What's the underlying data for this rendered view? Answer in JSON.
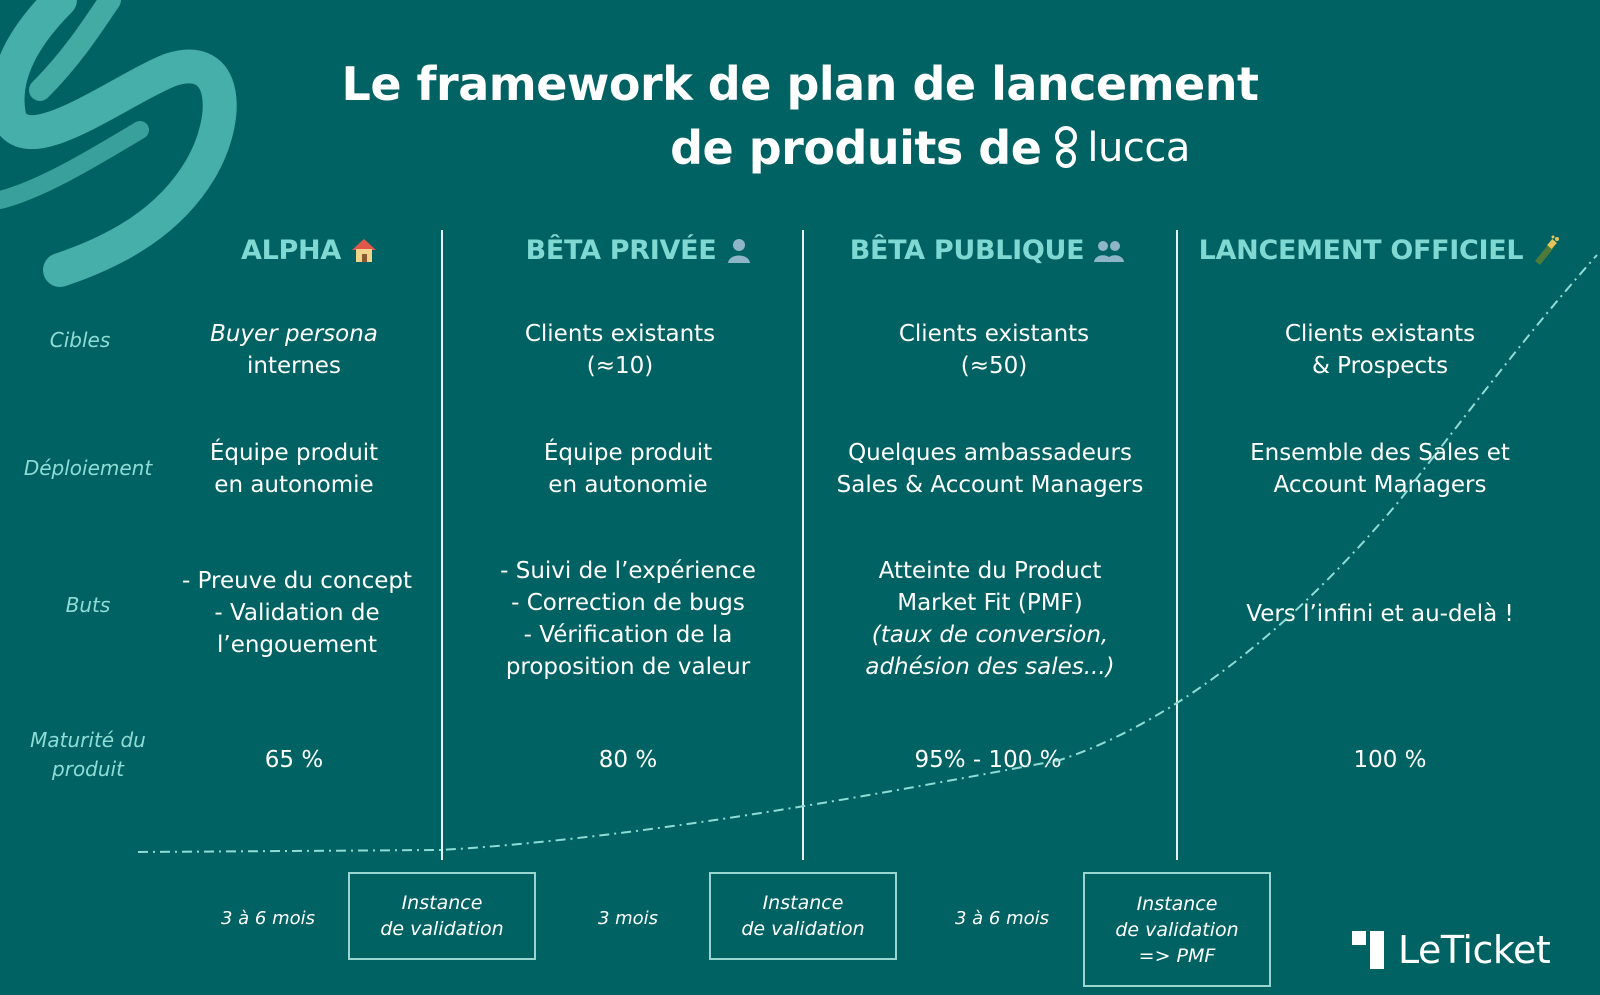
{
  "title": {
    "line1": "Le framework de plan de lancement",
    "line2": "de produits de",
    "brand": "lucca"
  },
  "columns": [
    {
      "label": "ALPHA",
      "emoji": "🏠"
    },
    {
      "label": "BÊTA PRIVÉE",
      "emoji": "👤"
    },
    {
      "label": "BÊTA PUBLIQUE",
      "emoji": "👥"
    },
    {
      "label": "LANCEMENT OFFICIEL",
      "emoji": "🍾"
    }
  ],
  "rows": [
    {
      "label_lines": [
        "Cibles"
      ]
    },
    {
      "label_lines": [
        "Déploiement"
      ]
    },
    {
      "label_lines": [
        "Buts"
      ]
    },
    {
      "label_lines": [
        "Maturité du",
        "produit"
      ]
    }
  ],
  "cells": {
    "cibles": [
      [
        "Buyer persona",
        "internes"
      ],
      [
        "Clients existants",
        "(≈10)"
      ],
      [
        "Clients existants",
        "(≈50)"
      ],
      [
        "Clients existants",
        "& Prospects"
      ]
    ],
    "deploiement": [
      [
        "Équipe produit",
        "en autonomie"
      ],
      [
        "Équipe produit",
        "en autonomie"
      ],
      [
        "Quelques ambassadeurs",
        "Sales & Account Managers"
      ],
      [
        "Ensemble des  Sales et",
        "Account Managers"
      ]
    ],
    "buts": [
      [
        "- Preuve du concept",
        "- Validation de",
        "l’engouement"
      ],
      [
        "- Suivi de l’expérience",
        "- Correction de bugs",
        "- Vérification de la",
        "proposition de valeur"
      ],
      [
        "Atteinte du Product",
        "Market Fit (PMF)",
        "(taux de conversion,",
        "adhésion des sales...)"
      ],
      [
        "Vers l’infini et au-delà !"
      ]
    ],
    "maturite": [
      "65 %",
      "80 %",
      "95% - 100 %",
      "100 %"
    ]
  },
  "durations": [
    "3 à 6 mois",
    "3 mois",
    "3 à 6 mois"
  ],
  "validations": [
    [
      "Instance",
      "de validation"
    ],
    [
      "Instance",
      "de validation"
    ],
    [
      "Instance",
      "de validation",
      "=> PMF"
    ]
  ],
  "footer_logo": "LeTicket",
  "colors": {
    "background": "#006262",
    "accent": "#7fd8d2",
    "text": "#ffffff"
  }
}
